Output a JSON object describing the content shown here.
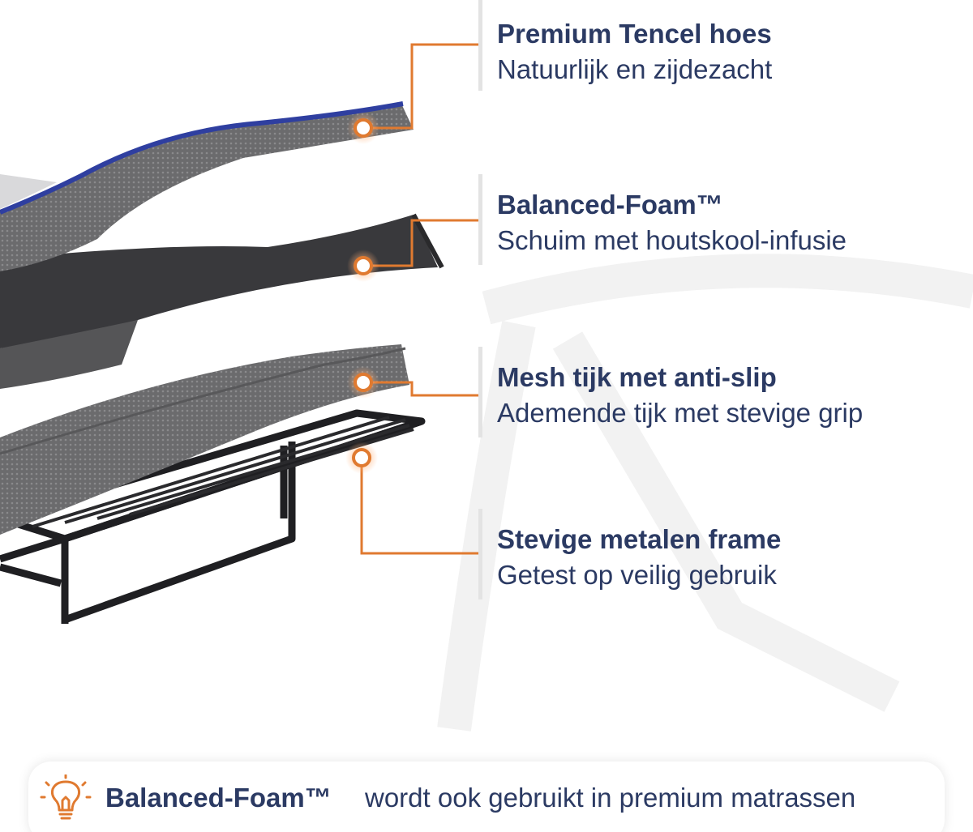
{
  "features": [
    {
      "title": "Premium Tencel hoes",
      "subtitle": "Natuurlijk en zijdezacht"
    },
    {
      "title": "Balanced-Foam™",
      "subtitle": "Schuim met houtskool-infusie"
    },
    {
      "title": "Mesh tijk met anti-slip",
      "subtitle": "Ademende tijk met stevige grip"
    },
    {
      "title": "Stevige metalen frame",
      "subtitle": "Getest op veilig gebruik"
    }
  ],
  "banner": {
    "bold": "Balanced-Foam™",
    "text": "wordt ook gebruikt in premium matrassen",
    "icon": "lightbulb-icon"
  },
  "colors": {
    "text": "#2b3a63",
    "accent": "#e07a30",
    "cover_edge": "#2f3fa0",
    "foam": "#3a3a3c",
    "frame": "#1f1f22"
  }
}
